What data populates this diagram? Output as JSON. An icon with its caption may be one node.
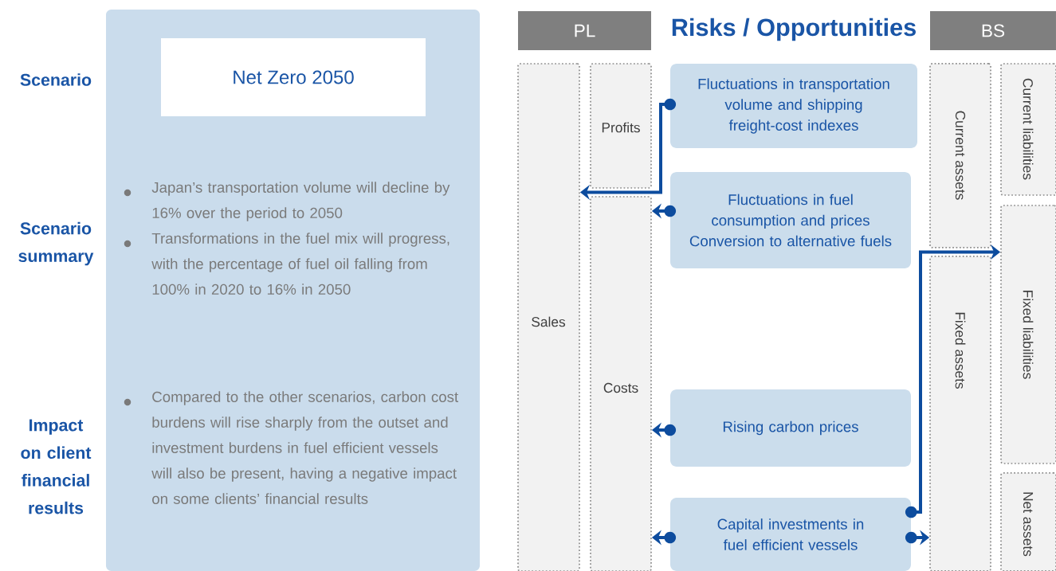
{
  "diagram": {
    "title": "Risks / Opportunities",
    "nodes": [
      {
        "text": [
          "Japan’s transportation volume will decline by 16% over the period to 2050",
          "Transformations in the fuel mix will progress, with the percentage of fuel oil falling from 100% in 2020 to 16% in 2050",
          "Compared to the other scenarios, carbon cost burdens will rise sharply from the outset and investment burdens in fuel efficient vessels will also be present, having a negative impact on some clients’ financial results"
        ]
      },
      {
        "text": [
          "Net Zero 2050"
        ],
        "in": 0
      },
      {
        "text": [
          "PL"
        ]
      },
      {
        "text": [
          "BS"
        ]
      },
      {
        "text": [
          "Sales"
        ]
      },
      {
        "text": [
          "Profits"
        ]
      },
      {
        "text": [
          "Costs"
        ]
      },
      {
        "text": [
          "Current assets"
        ]
      },
      {
        "text": [
          "Fixed assets"
        ]
      },
      {
        "text": [
          "Current liabilities"
        ]
      },
      {
        "text": [
          "Fixed liabilities"
        ]
      },
      {
        "text": [
          "Net assets"
        ]
      },
      {
        "text": [
          "Fluctuations in transportation volume and shipping freight-cost indexes"
        ]
      },
      {
        "text": [
          "Fluctuations in fuel consumption and prices",
          "Conversion to alternative fuels"
        ]
      },
      {
        "text": [
          "Rising carbon prices"
        ]
      },
      {
        "text": [
          "Capital investments in fuel efficient vessels"
        ]
      }
    ],
    "edges": [
      {
        "from": 12,
        "to": 4,
        "arrow": "to"
      },
      {
        "from": 13,
        "to": 6,
        "arrow": "to"
      },
      {
        "from": 14,
        "to": 6,
        "arrow": "to"
      },
      {
        "from": 15,
        "to": 6,
        "arrow": "to"
      },
      {
        "from": 15,
        "to": 10,
        "arrow": "to"
      },
      {
        "from": 15,
        "to": 8,
        "arrow": "to"
      }
    ],
    "labels": [
      "Scenario",
      "Scenario summary",
      "Impact on client financial results"
    ]
  }
}
